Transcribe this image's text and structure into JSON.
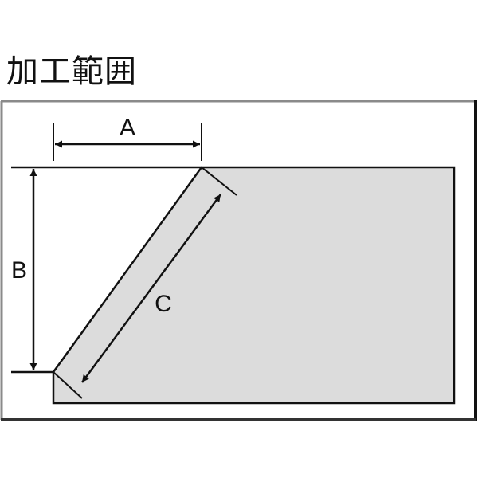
{
  "title": "加工範囲",
  "diagram": {
    "labels": {
      "a": "A",
      "b": "B",
      "c": "C"
    },
    "colors": {
      "fill": "#dcdcdc",
      "line": "#111111",
      "frame_light": "#8a8a8a",
      "frame_dark": "#111111",
      "background": "#ffffff"
    }
  }
}
